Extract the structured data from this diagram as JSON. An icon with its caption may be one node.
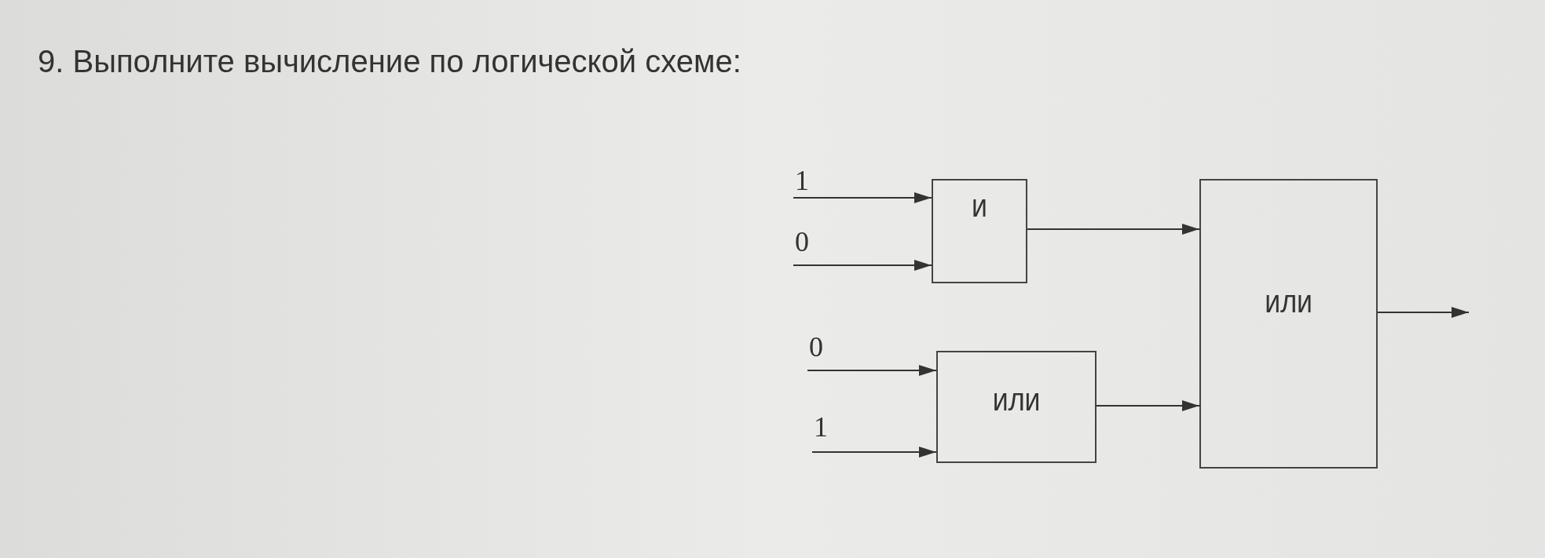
{
  "diagram": {
    "title": "9. Выполните вычисление по логической схеме:",
    "nodes": [
      {
        "text": [
          "1"
        ]
      },
      {
        "text": [
          "0"
        ]
      },
      {
        "text": [
          "И"
        ]
      },
      {
        "text": [
          "0"
        ]
      },
      {
        "text": [
          "1"
        ]
      },
      {
        "text": [
          "ИЛИ"
        ]
      },
      {
        "text": [
          "ИЛИ"
        ]
      }
    ],
    "edges": [
      {
        "from": 0,
        "to": 2,
        "arrow": "to"
      },
      {
        "from": 1,
        "to": 2,
        "arrow": "to"
      },
      {
        "from": 3,
        "to": 5,
        "arrow": "to"
      },
      {
        "from": 4,
        "to": 5,
        "arrow": "to"
      },
      {
        "from": 2,
        "to": 6,
        "arrow": "to"
      },
      {
        "from": 5,
        "to": 6,
        "arrow": "to"
      },
      {
        "from": 6,
        "to": null,
        "arrow": "to"
      }
    ]
  }
}
